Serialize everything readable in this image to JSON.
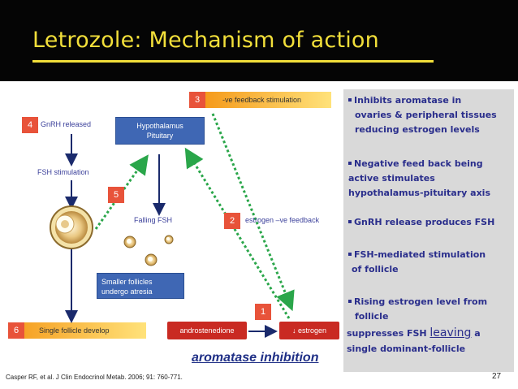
{
  "title": "Letrozole: Mechanism of action",
  "steps": {
    "s1": "1",
    "s2": "2",
    "s3": "3",
    "s4": "4",
    "s5": "5",
    "s6": "6"
  },
  "labels": {
    "gnrh_released": "GnRH released",
    "fsh_stimulation": "FSH stimulation",
    "falling_fsh": "Falling FSH",
    "estrogen_feedback": "estrogen –ve feedback",
    "ve_feedback_stimulation": "-ve feedback stimulation",
    "single_follicle": "Single follicle develop"
  },
  "boxes": {
    "hypothalamus_line1": "Hypothalamus",
    "hypothalamus_line2": "Pituitary",
    "atresia_line1": "Smaller follicles",
    "atresia_line2": "undergo atresia",
    "androstenedione": "androstenedione",
    "estrogen": "↓ estrogen"
  },
  "aromatase_inhibition": "aromatase inhibition",
  "citation": "Casper RF, et al. J Clin Endocrinol Metab. 2006; 91: 760-771.",
  "page_number": "27",
  "panel": {
    "b1_l1": "Inhibits aromatase in",
    "b1_l2": "ovaries & peripheral tissues",
    "b1_l3": "reducing estrogen levels",
    "b2_l1": "Negative feed back being",
    "b2_l2": "active stimulates",
    "b2_l3": "hypothalamus-pituitary axis",
    "b3_l1": "GnRH release produces FSH",
    "b4_l1": "FSH-mediated stimulation",
    "b4_l2": "of follicle",
    "b5_l1": "Rising estrogen level from",
    "b5_l2": "follicle",
    "b5_l3_a": "suppresses FSH ",
    "b5_l3_b": "leaving",
    "b5_l3_c": " a",
    "b5_l4": "single dominant-follicle"
  },
  "colors": {
    "title": "#f2df3a",
    "badge": "#e8533a",
    "blue_box": "#3f67b4",
    "red_box": "#c92a22",
    "green_arrow": "#2aa64a",
    "panel": "#d9d9d9",
    "text_blue": "#2a2e8c"
  }
}
